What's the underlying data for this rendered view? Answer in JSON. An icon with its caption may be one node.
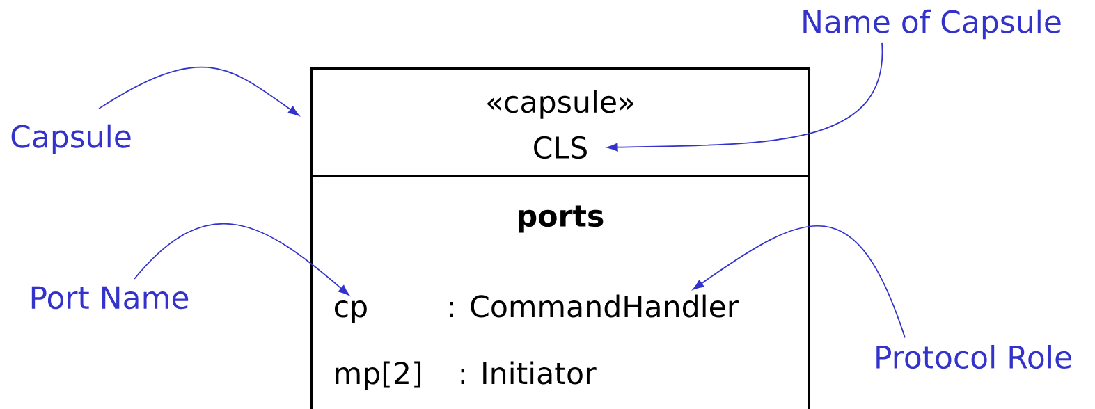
{
  "diagram": {
    "nodes": [
      {
        "text": [],
        "shape": "box"
      },
      {
        "text": [
          "«capsule»"
        ],
        "in": 0
      },
      {
        "text": [
          "CLS"
        ],
        "in": 0
      },
      {
        "text": [
          "ports"
        ],
        "in": 0
      },
      {
        "text": [
          "cp"
        ],
        "in": 0
      },
      {
        "text": [
          ": CommandHandler"
        ],
        "in": 0
      },
      {
        "text": [
          "mp[2]"
        ],
        "in": 0
      },
      {
        "text": [
          ": Initiator"
        ],
        "in": 0
      },
      {
        "text": [
          "Name of Capsule"
        ]
      },
      {
        "text": [
          "Capsule"
        ]
      },
      {
        "text": [
          "Port Name"
        ]
      },
      {
        "text": [
          "Protocol Role"
        ]
      }
    ],
    "edges": [
      {
        "from": 9,
        "to": 0,
        "arrow": "to"
      },
      {
        "from": 8,
        "to": 2,
        "arrow": "to"
      },
      {
        "from": 10,
        "to": 4,
        "arrow": "to"
      },
      {
        "from": 11,
        "to": 5,
        "arrow": "to"
      }
    ]
  }
}
